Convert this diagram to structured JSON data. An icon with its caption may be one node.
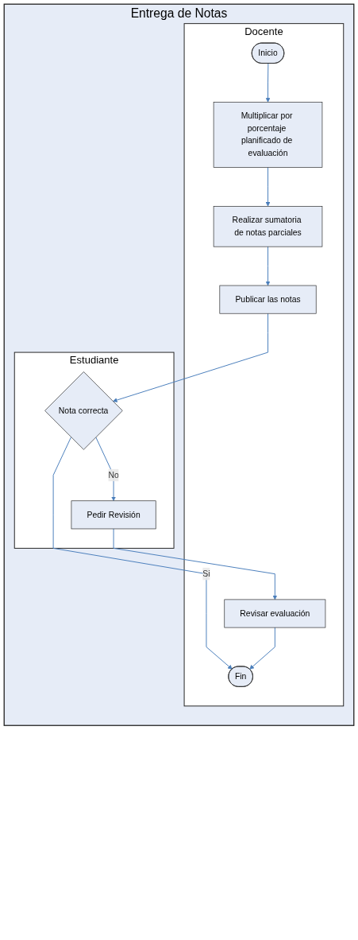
{
  "diagram": {
    "nodes": [
      {
        "text": [
          "Entrega de Notas"
        ]
      },
      {
        "text": [
          "Docente"
        ],
        "in": 0
      },
      {
        "text": [
          "Estudiante"
        ],
        "in": 0
      },
      {
        "text": [
          "Inicio"
        ],
        "in": 1
      },
      {
        "text": [
          "Multiplicar por porcentaje planificado de evaluación"
        ],
        "in": 1
      },
      {
        "text": [
          "Realizar sumatoria de notas parciales"
        ],
        "in": 1
      },
      {
        "text": [
          "Publicar las notas"
        ],
        "in": 1
      },
      {
        "text": [
          "Nota correcta"
        ],
        "in": 2
      },
      {
        "text": [
          "Pedir Revisión"
        ],
        "in": 2
      },
      {
        "text": [
          "Revisar evaluación"
        ],
        "in": 1
      },
      {
        "text": [
          "Fin"
        ],
        "in": 1
      }
    ],
    "edges": [
      {
        "from": 3,
        "to": 4,
        "arrow": "to"
      },
      {
        "from": 4,
        "to": 5,
        "arrow": "to"
      },
      {
        "from": 5,
        "to": 6,
        "arrow": "to"
      },
      {
        "from": 6,
        "to": 7,
        "arrow": "to"
      },
      {
        "from": 7,
        "to": 10,
        "label": "Si",
        "arrow": "to"
      },
      {
        "from": 7,
        "to": 8,
        "label": "No",
        "arrow": "to"
      },
      {
        "from": 8,
        "to": 9,
        "arrow": "to"
      },
      {
        "from": 9,
        "to": 10,
        "arrow": "to"
      }
    ]
  }
}
